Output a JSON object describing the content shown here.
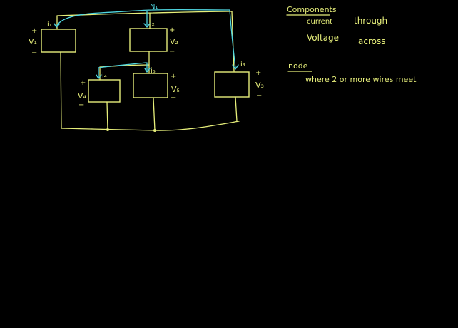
{
  "notes": {
    "components": "Components",
    "current": "current",
    "through": "through",
    "voltage": "Voltage",
    "across": "across",
    "node": "node",
    "node_def": "where 2 or more wires meet"
  },
  "circuit": {
    "node_label": "N₁",
    "currents": [
      "i₁",
      "i₂",
      "i₃",
      "i₄",
      "i₅"
    ],
    "voltages": [
      "V₁",
      "V₂",
      "V₃",
      "V₄",
      "V₅"
    ],
    "plus": "+",
    "minus": "−"
  },
  "colors": {
    "background": "#000000",
    "ink": "#e6ee7a",
    "current_ink": "#4fd6e0"
  }
}
